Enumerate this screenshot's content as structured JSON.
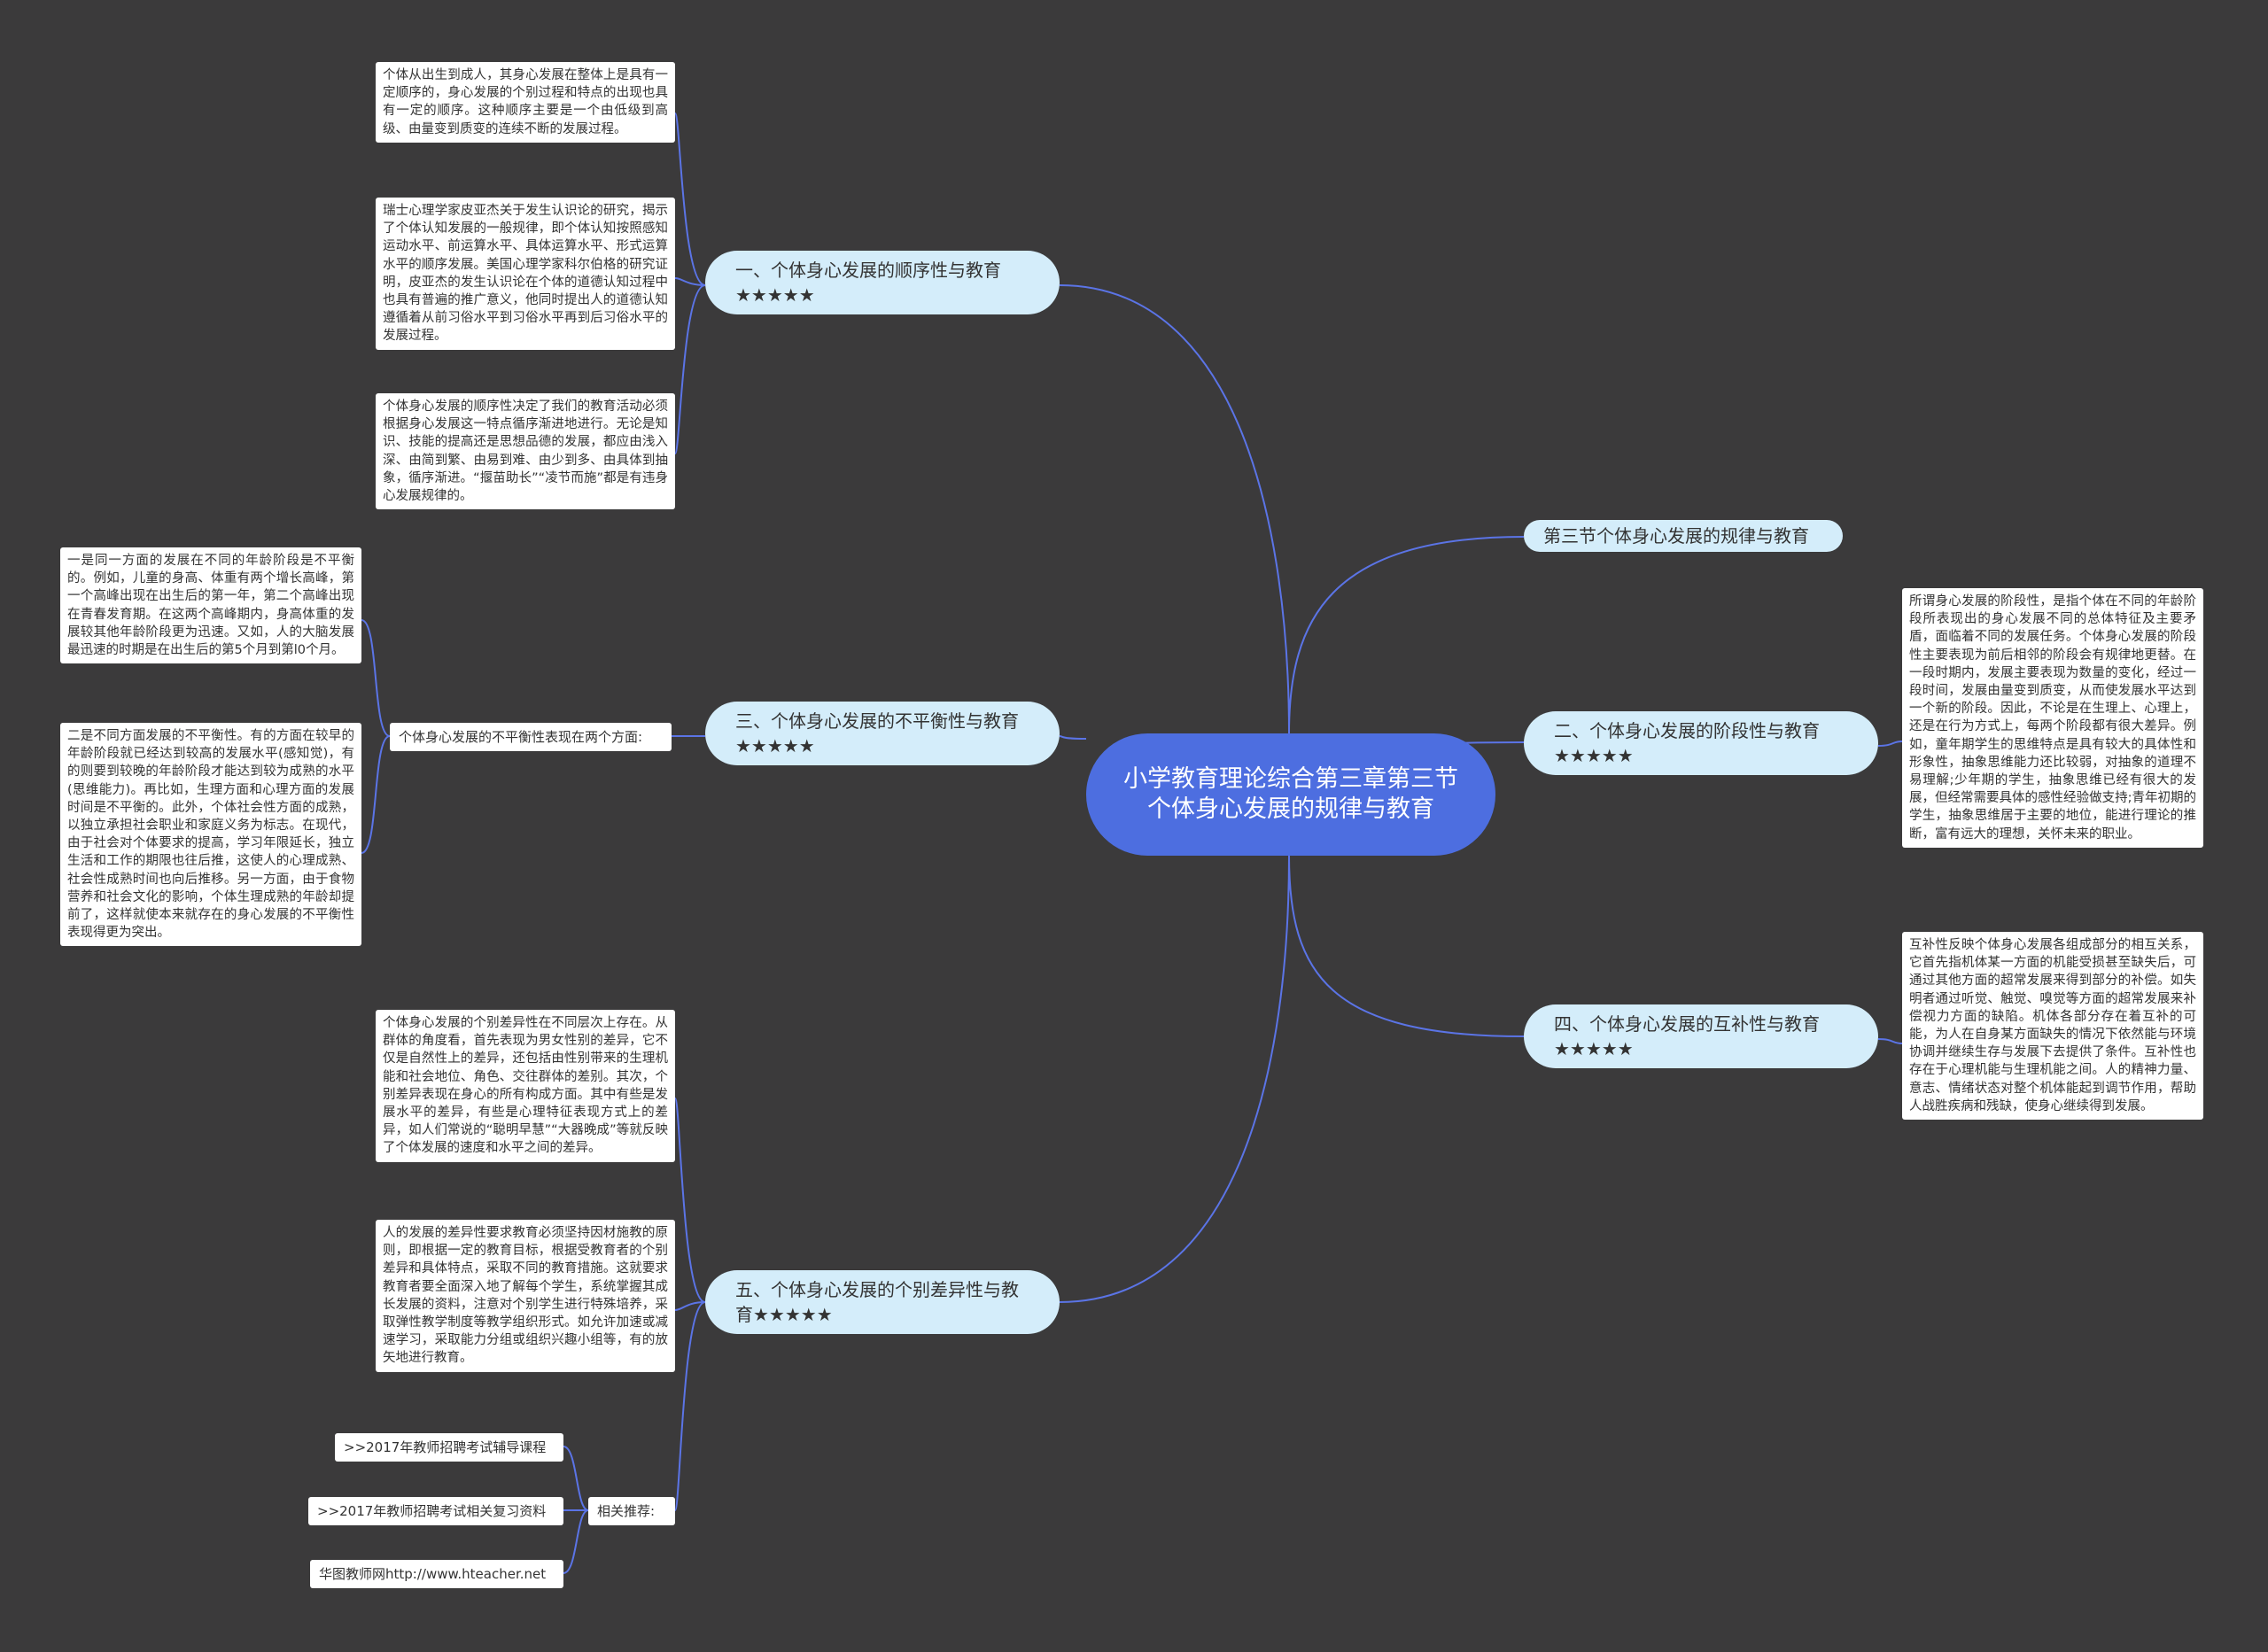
{
  "center": "小学教育理论综合第三章第三节个体身心发展的规律与教育",
  "branches": {
    "b1": {
      "title": "一、个体身心发展的顺序性与教育★★★★★",
      "leaves": [
        "个体从出生到成人，其身心发展在整体上是具有一定顺序的，身心发展的个别过程和特点的出现也具有一定的顺序。这种顺序主要是一个由低级到高级、由量变到质变的连续不断的发展过程。",
        "瑞士心理学家皮亚杰关于发生认识论的研究，揭示了个体认知发展的一般规律，即个体认知按照感知运动水平、前运算水平、具体运算水平、形式运算水平的顺序发展。美国心理学家科尔伯格的研究证明，皮亚杰的发生认识论在个体的道德认知过程中也具有普遍的推广意义，他同时提出人的道德认知遵循着从前习俗水平到习俗水平再到后习俗水平的发展过程。",
        "个体身心发展的顺序性决定了我们的教育活动必须根据身心发展这一特点循序渐进地进行。无论是知识、技能的提高还是思想品德的发展，都应由浅入深、由简到繁、由易到难、由少到多、由具体到抽象，循序渐进。“揠苗助长”“凌节而施”都是有违身心发展规律的。"
      ]
    },
    "b2": {
      "title": "第三节个体身心发展的规律与教育"
    },
    "b3": {
      "title": "二、个体身心发展的阶段性与教育★★★★★",
      "leaves": [
        "所谓身心发展的阶段性，是指个体在不同的年龄阶段所表现出的身心发展不同的总体特征及主要矛盾，面临着不同的发展任务。个体身心发展的阶段性主要表现为前后相邻的阶段会有规律地更替。在一段时期内，发展主要表现为数量的变化，经过一段时间，发展由量变到质变，从而使发展水平达到一个新的阶段。因此，不论是在生理上、心理上，还是在行为方式上，每两个阶段都有很大差异。例如，童年期学生的思维特点是具有较大的具体性和形象性，抽象思维能力还比较弱，对抽象的道理不易理解;少年期的学生，抽象思维已经有很大的发展，但经常需要具体的感性经验做支持;青年初期的学生，抽象思维居于主要的地位，能进行理论的推断，富有远大的理想，关怀未来的职业。"
      ]
    },
    "b4": {
      "title": "三、个体身心发展的不平衡性与教育★★★★★",
      "label": "个体身心发展的不平衡性表现在两个方面:",
      "leaves": [
        "一是同一方面的发展在不同的年龄阶段是不平衡的。例如，儿童的身高、体重有两个增长高峰，第一个高峰出现在出生后的第一年，第二个高峰出现在青春发育期。在这两个高峰期内，身高体重的发展较其他年龄阶段更为迅速。又如，人的大脑发展最迅速的时期是在出生后的第5个月到第l0个月。",
        "二是不同方面发展的不平衡性。有的方面在较早的年龄阶段就已经达到较高的发展水平(感知觉)，有的则要到较晚的年龄阶段才能达到较为成熟的水平(思维能力)。再比如，生理方面和心理方面的发展时间是不平衡的。此外，个体社会性方面的成熟，以独立承担社会职业和家庭义务为标志。在现代，由于社会对个体要求的提高，学习年限延长，独立生活和工作的期限也往后推，这使人的心理成熟、社会性成熟时间也向后推移。另一方面，由于食物营养和社会文化的影响，个体生理成熟的年龄却提前了，这样就使本来就存在的身心发展的不平衡性表现得更为突出。"
      ]
    },
    "b5": {
      "title": "四、个体身心发展的互补性与教育★★★★★",
      "leaves": [
        "互补性反映个体身心发展各组成部分的相互关系，它首先指机体某一方面的机能受损甚至缺失后，可通过其他方面的超常发展来得到部分的补偿。如失明者通过听觉、触觉、嗅觉等方面的超常发展来补偿视力方面的缺陷。机体各部分存在着互补的可能，为人在自身某方面缺失的情况下依然能与环境协调并继续生存与发展下去提供了条件。互补性也存在于心理机能与生理机能之间。人的精神力量、意志、情绪状态对整个机体能起到调节作用，帮助人战胜疾病和残缺，使身心继续得到发展。"
      ]
    },
    "b6": {
      "title": "五、个体身心发展的个别差异性与教育★★★★★",
      "leaves": [
        "个体身心发展的个别差异性在不同层次上存在。从群体的角度看，首先表现为男女性别的差异，它不仅是自然性上的差异，还包括由性别带来的生理机能和社会地位、角色、交往群体的差别。其次，个别差异表现在身心的所有构成方面。其中有些是发展水平的差异，有些是心理特征表现方式上的差异，如人们常说的“聪明早慧”“大器晚成”等就反映了个体发展的速度和水平之间的差异。",
        "人的发展的差异性要求教育必须坚持因材施教的原则，即根据一定的教育目标，根据受教育者的个别差异和具体特点，采取不同的教育措施。这就要求教育者要全面深入地了解每个学生，系统掌握其成长发展的资料，注意对个别学生进行特殊培养，采取弹性教学制度等教学组织形式。如允许加速或减速学习，采取能力分组或组织兴趣小组等，有的放矢地进行教育。"
      ],
      "rec_label": "相关推荐:",
      "recs": [
        ">>2017年教师招聘考试辅导课程",
        ">>2017年教师招聘考试相关复习资料",
        "华图教师网http://www.hteacher.net"
      ]
    }
  },
  "colors": {
    "background": "#3b3a3b",
    "center_fill": "#4d6ee0",
    "topic_fill": "#d4edfa",
    "leaf_fill": "#ffffff",
    "connector": "#5b74e6"
  }
}
